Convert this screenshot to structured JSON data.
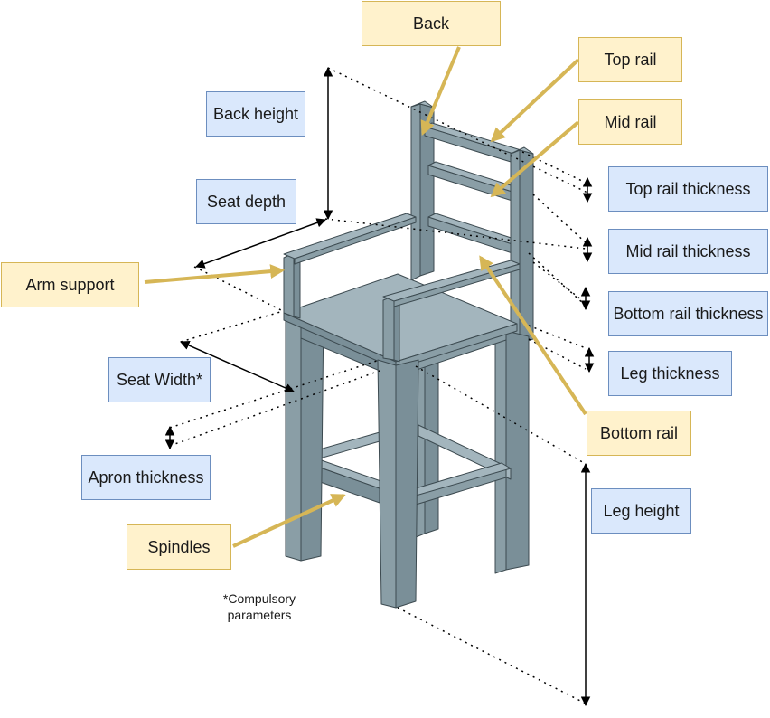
{
  "parts": {
    "back": "Back",
    "top_rail": "Top rail",
    "mid_rail": "Mid rail",
    "arm_support": "Arm support",
    "bottom_rail": "Bottom rail",
    "spindles": "Spindles"
  },
  "parameters": {
    "back_height": "Back height",
    "seat_depth": "Seat depth",
    "seat_width": "Seat Width*",
    "apron_thickness": "Apron thickness",
    "top_rail_thickness": "Top rail thickness",
    "mid_rail_thickness": "Mid rail thickness",
    "bottom_rail_thickness": "Bottom rail thickness",
    "leg_thickness": "Leg thickness",
    "leg_height": "Leg height"
  },
  "footnote": {
    "line1": "*Compulsory",
    "line2": "parameters"
  },
  "colors": {
    "part_fill": "#fff2cc",
    "part_border": "#d6b656",
    "param_fill": "#dae8fc",
    "param_border": "#6c8ebf",
    "arrow": "#d6b656",
    "chair_top": "#a3b5bd",
    "chair_side": "#8a9ea6",
    "chair_front": "#7a8f98",
    "chair_outline": "#3c4a50"
  }
}
